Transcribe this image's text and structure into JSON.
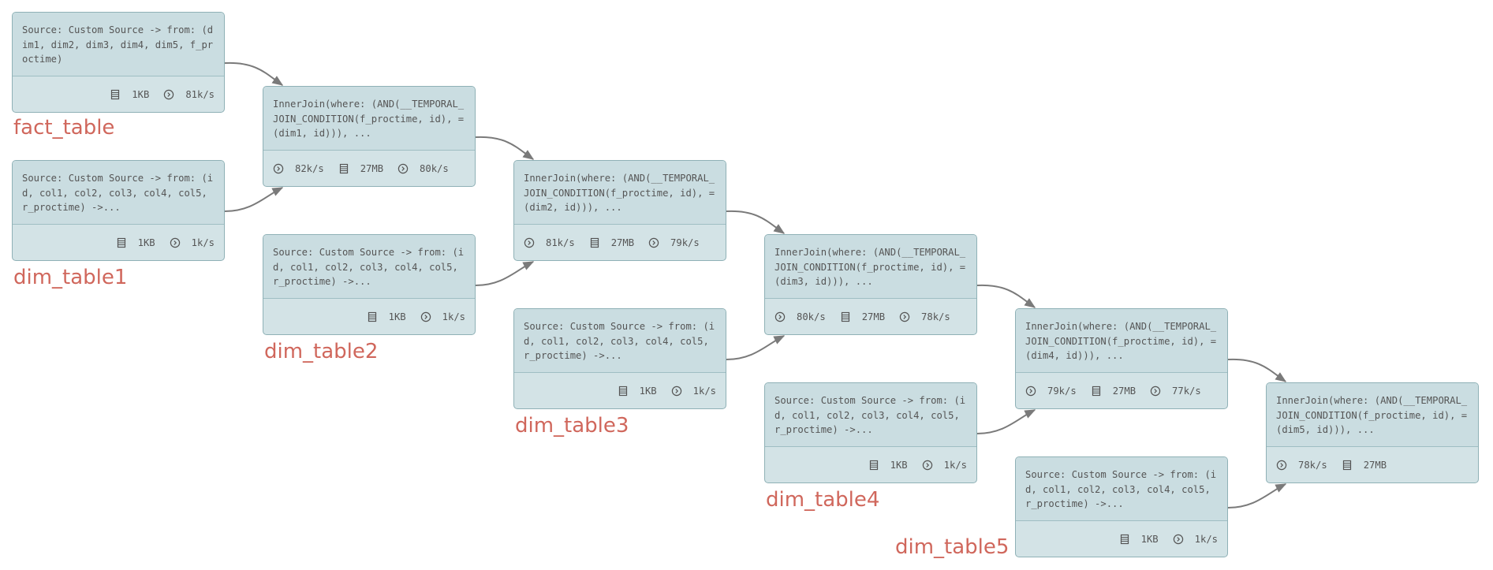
{
  "nodes": [
    {
      "id": "src_fact",
      "text": "Source: Custom Source -> from: (dim1, dim2, dim3, dim4, dim5, f_proctime)",
      "metrics": [
        {
          "icon": "storage-icon",
          "value": "1KB"
        },
        {
          "icon": "throughput-icon",
          "value": "81k/s"
        }
      ],
      "label": "fact_table"
    },
    {
      "id": "src_dim1",
      "text": "Source: Custom Source -> from: (id, col1, col2, col3, col4, col5, r_proctime) ->...",
      "metrics": [
        {
          "icon": "storage-icon",
          "value": "1KB"
        },
        {
          "icon": "throughput-icon",
          "value": "1k/s"
        }
      ],
      "label": "dim_table1"
    },
    {
      "id": "join1",
      "text": "InnerJoin(where: (AND(__TEMPORAL_JOIN_CONDITION(f_proctime, id), =(dim1, id))), ...",
      "metrics": [
        {
          "icon": "throughput-icon",
          "value": "82k/s"
        },
        {
          "icon": "storage-icon",
          "value": "27MB"
        },
        {
          "icon": "throughput-icon",
          "value": "80k/s"
        }
      ]
    },
    {
      "id": "src_dim2",
      "text": "Source: Custom Source -> from: (id, col1, col2, col3, col4, col5, r_proctime) ->...",
      "metrics": [
        {
          "icon": "storage-icon",
          "value": "1KB"
        },
        {
          "icon": "throughput-icon",
          "value": "1k/s"
        }
      ],
      "label": "dim_table2"
    },
    {
      "id": "join2",
      "text": "InnerJoin(where: (AND(__TEMPORAL_JOIN_CONDITION(f_proctime, id), =(dim2, id))), ...",
      "metrics": [
        {
          "icon": "throughput-icon",
          "value": "81k/s"
        },
        {
          "icon": "storage-icon",
          "value": "27MB"
        },
        {
          "icon": "throughput-icon",
          "value": "79k/s"
        }
      ]
    },
    {
      "id": "src_dim3",
      "text": "Source: Custom Source -> from: (id, col1, col2, col3, col4, col5, r_proctime) ->...",
      "metrics": [
        {
          "icon": "storage-icon",
          "value": "1KB"
        },
        {
          "icon": "throughput-icon",
          "value": "1k/s"
        }
      ],
      "label": "dim_table3"
    },
    {
      "id": "join3",
      "text": "InnerJoin(where: (AND(__TEMPORAL_JOIN_CONDITION(f_proctime, id), =(dim3, id))), ...",
      "metrics": [
        {
          "icon": "throughput-icon",
          "value": "80k/s"
        },
        {
          "icon": "storage-icon",
          "value": "27MB"
        },
        {
          "icon": "throughput-icon",
          "value": "78k/s"
        }
      ]
    },
    {
      "id": "src_dim4",
      "text": "Source: Custom Source -> from: (id, col1, col2, col3, col4, col5, r_proctime) ->...",
      "metrics": [
        {
          "icon": "storage-icon",
          "value": "1KB"
        },
        {
          "icon": "throughput-icon",
          "value": "1k/s"
        }
      ],
      "label": "dim_table4"
    },
    {
      "id": "join4",
      "text": "InnerJoin(where: (AND(__TEMPORAL_JOIN_CONDITION(f_proctime, id), =(dim4, id))), ...",
      "metrics": [
        {
          "icon": "throughput-icon",
          "value": "79k/s"
        },
        {
          "icon": "storage-icon",
          "value": "27MB"
        },
        {
          "icon": "throughput-icon",
          "value": "77k/s"
        }
      ]
    },
    {
      "id": "src_dim5",
      "text": "Source: Custom Source -> from: (id, col1, col2, col3, col4, col5, r_proctime) ->...",
      "metrics": [
        {
          "icon": "storage-icon",
          "value": "1KB"
        },
        {
          "icon": "throughput-icon",
          "value": "1k/s"
        }
      ],
      "label": "dim_table5"
    },
    {
      "id": "join5",
      "text": "InnerJoin(where: (AND(__TEMPORAL_JOIN_CONDITION(f_proctime, id), =(dim5, id))), ...",
      "metrics": [
        {
          "icon": "throughput-icon",
          "value": "78k/s"
        },
        {
          "icon": "storage-icon",
          "value": "27MB"
        }
      ]
    }
  ],
  "edges": [
    [
      "src_fact",
      "join1"
    ],
    [
      "src_dim1",
      "join1"
    ],
    [
      "join1",
      "join2"
    ],
    [
      "src_dim2",
      "join2"
    ],
    [
      "join2",
      "join3"
    ],
    [
      "src_dim3",
      "join3"
    ],
    [
      "join3",
      "join4"
    ],
    [
      "src_dim4",
      "join4"
    ],
    [
      "join4",
      "join5"
    ],
    [
      "src_dim5",
      "join5"
    ]
  ],
  "colors": {
    "node_fill": "#d3e3e6",
    "node_border": "#8fb1b6",
    "label": "#d0675c",
    "edge": "#7a7a7a"
  }
}
